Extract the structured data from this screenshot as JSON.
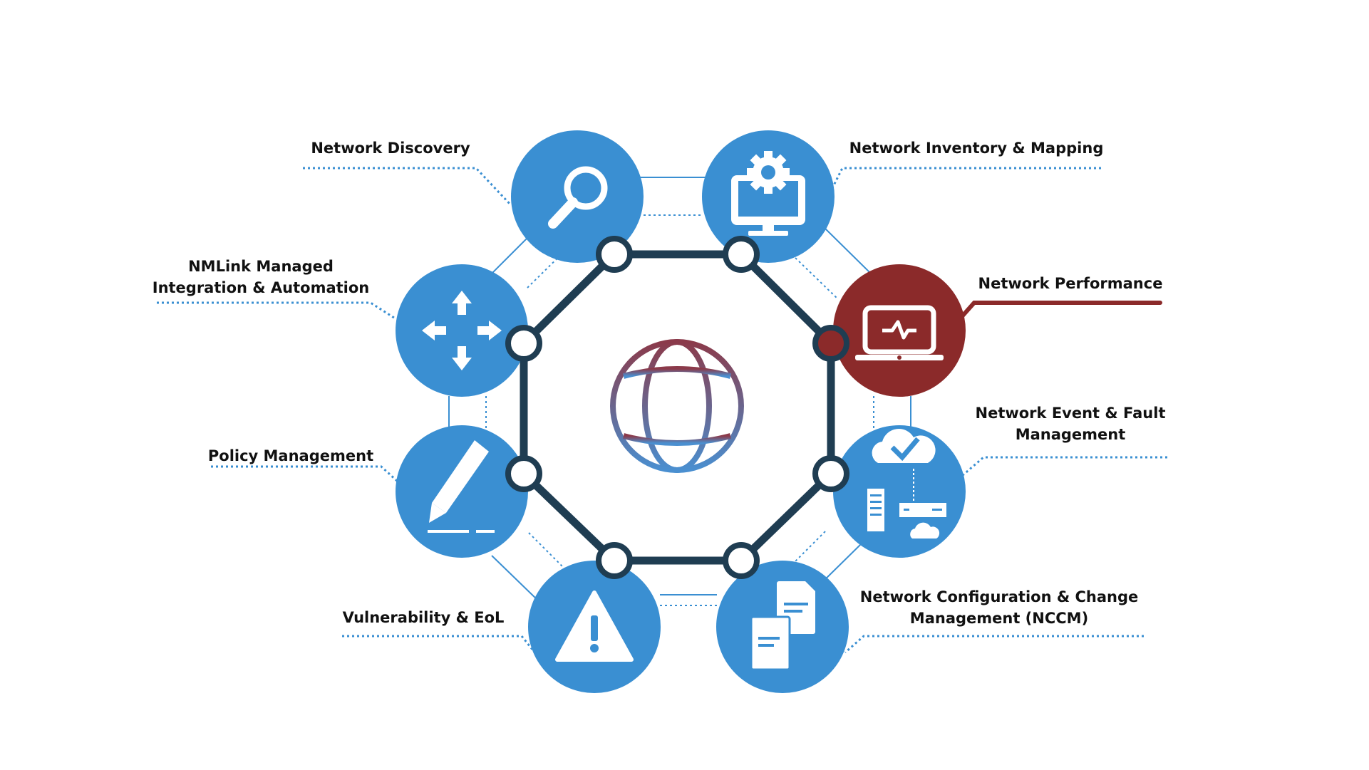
{
  "colors": {
    "blue": "#3a8fd2",
    "active": "#8b2a2a",
    "ring": "#1f3d52",
    "globe_top": "#8b3a4a",
    "globe_bottom": "#4a8fd0"
  },
  "center": {
    "icon": "globe-icon"
  },
  "nodes": [
    {
      "id": "network-discovery",
      "lines": [
        "Network Discovery"
      ],
      "icon": "magnifier-icon",
      "active": false
    },
    {
      "id": "network-inventory-mapping",
      "lines": [
        "Network Inventory & Mapping"
      ],
      "icon": "monitor-gear-icon",
      "active": false
    },
    {
      "id": "network-performance",
      "lines": [
        "Network Performance"
      ],
      "icon": "monitor-pulse-icon",
      "active": true
    },
    {
      "id": "network-event-fault",
      "lines": [
        "Network Event & Fault",
        "Management"
      ],
      "icon": "cloud-server-icon",
      "active": false
    },
    {
      "id": "nccm",
      "lines": [
        "Network Configuration & Change",
        "Management (NCCM)"
      ],
      "icon": "documents-icon",
      "active": false
    },
    {
      "id": "vulnerability-eol",
      "lines": [
        "Vulnerability & EoL"
      ],
      "icon": "warning-icon",
      "active": false
    },
    {
      "id": "policy-management",
      "lines": [
        "Policy Management"
      ],
      "icon": "pencil-icon",
      "active": false
    },
    {
      "id": "nmlink",
      "lines": [
        "NMLink Managed",
        "Integration & Automation"
      ],
      "icon": "move-arrows-icon",
      "active": false
    }
  ]
}
